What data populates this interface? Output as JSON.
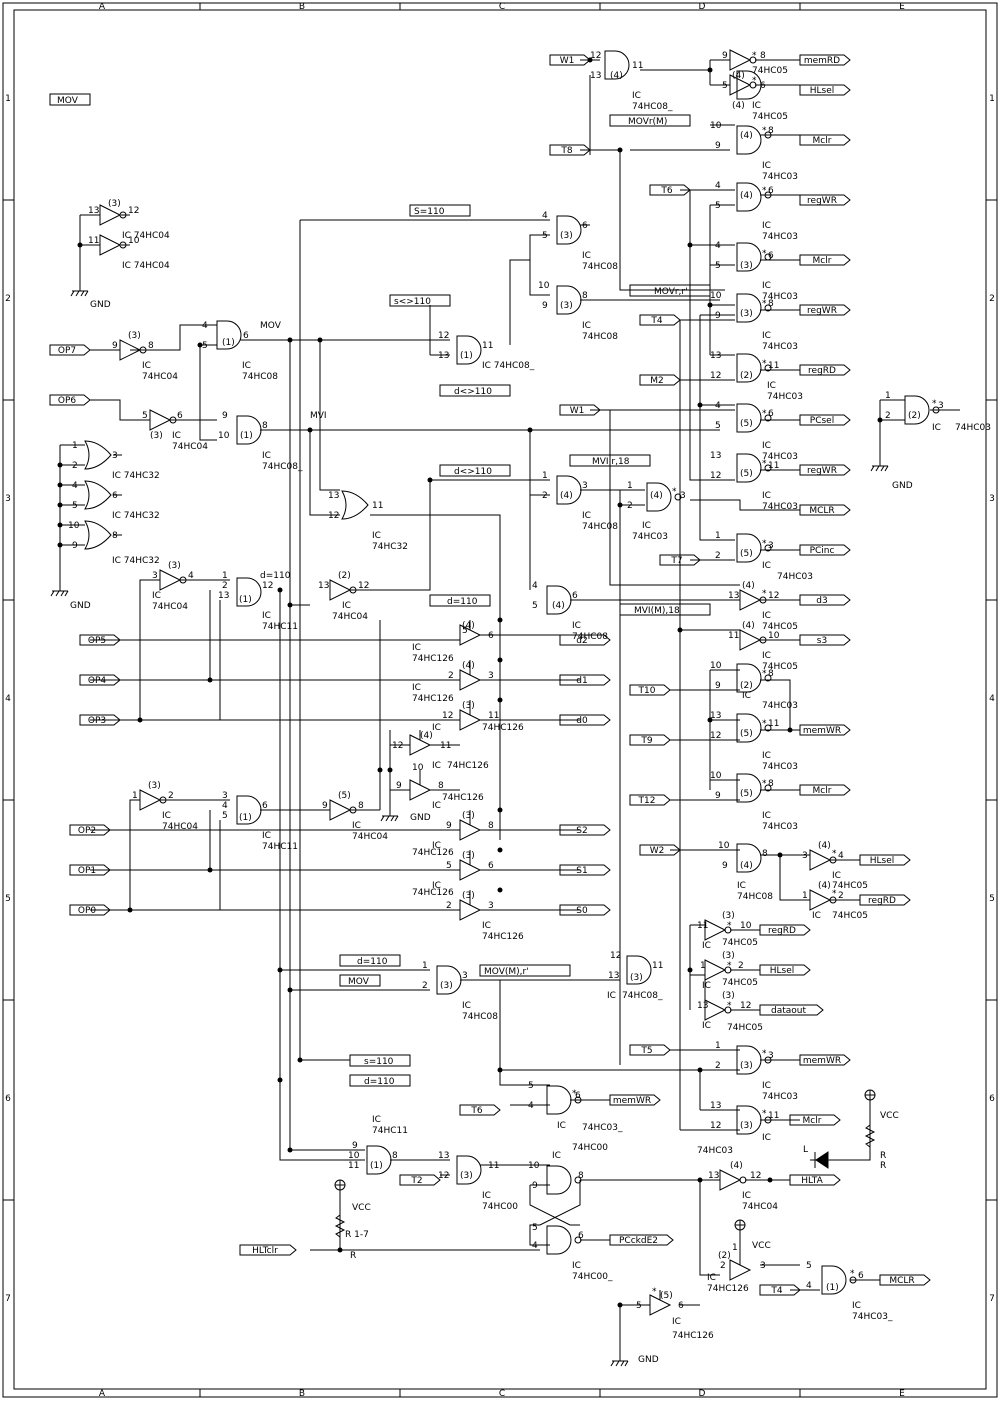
{
  "frame": {
    "cols": [
      "A",
      "B",
      "C",
      "D",
      "E"
    ],
    "rows": [
      "1",
      "2",
      "3",
      "4",
      "5",
      "6",
      "7"
    ]
  },
  "title_box": "MOV",
  "texts": {
    "mov": "MOV",
    "mvi": "MVI",
    "gnd": "GND",
    "vcc": "VCC",
    "ic": "IC",
    "r": "R",
    "r17": "R 1-7",
    "l": "L",
    "h04": "74HC04",
    "h08": "74HC08",
    "h08_": "74HC08_",
    "h32": "74HC32",
    "h11": "74HC11",
    "h126": "74HC126",
    "h05": "74HC05",
    "h03": "74HC03",
    "h03_": "74HC03_",
    "h00": "74HC00",
    "h00_": "74HC00_",
    "ic_h04": "IC 74HC04",
    "ic_h32": "IC 74HC32",
    "ic_h08_": "IC 74HC08_",
    "d110": "d=110",
    "s110": "S=110",
    "sne110": "s<>110",
    "dne110": "d<>110",
    "s110l": "s=110",
    "movrm": "MOVr(M)",
    "movrr": "MOVr,r'",
    "mvir18": "MVI r,18",
    "mvim18": "MVI(M),18",
    "movmr": "MOV(M),r'",
    "n1": "1",
    "n2": "2",
    "n3": "3",
    "n4": "4",
    "n5": "5",
    "n6": "6",
    "n8": "8",
    "n9": "9",
    "n10": "10",
    "n11": "11",
    "n12": "12",
    "n13": "13",
    "u1": "(1)",
    "u2": "(2)",
    "u3": "(3)",
    "u4": "(4)",
    "u5": "(5)",
    "star": "*"
  },
  "input_ports": {
    "op7": "OP7",
    "op6": "OP6",
    "op5": "OP5",
    "op4": "OP4",
    "op3": "OP3",
    "op2": "OP2",
    "op1": "OP1",
    "op0": "OP0",
    "w1a": "W1",
    "t8": "T8",
    "t6a": "T6",
    "t4": "T4",
    "m2": "M2",
    "w1b": "W1",
    "t7": "T7",
    "t10": "T10",
    "t9": "T9",
    "t12": "T12",
    "w2": "W2",
    "t5": "T5",
    "t6b": "T6",
    "t2": "T2",
    "hltclr": "HLTclr",
    "t4b": "T4"
  },
  "output_ports": {
    "memrd": "memRD",
    "hlsel1": "HLsel",
    "mclr1": "Mclr",
    "regwr1": "regWR",
    "mclr2": "Mclr",
    "regwr2": "regWR",
    "regrd1": "regRD",
    "pcsel": "PCsel",
    "regwr3": "regWR",
    "mclr3": "MCLR",
    "pcinc": "PCinc",
    "d3": "d3",
    "s3": "s3",
    "d2": "d2",
    "d1": "d1",
    "d0": "d0",
    "memwr1": "memWR",
    "mclr4": "Mclr",
    "hlsel2": "HLsel",
    "regrd2": "regRD",
    "s2": "S2",
    "s1": "S1",
    "s0": "S0",
    "regrd3": "regRD",
    "hlsel3": "HLsel",
    "dataout": "dataout",
    "memwr2": "memWR",
    "memwr3": "memWR",
    "mclr5": "Mclr",
    "hlta": "HLTA",
    "pcckde2": "PCckdE2",
    "mclr6": "MCLR"
  }
}
